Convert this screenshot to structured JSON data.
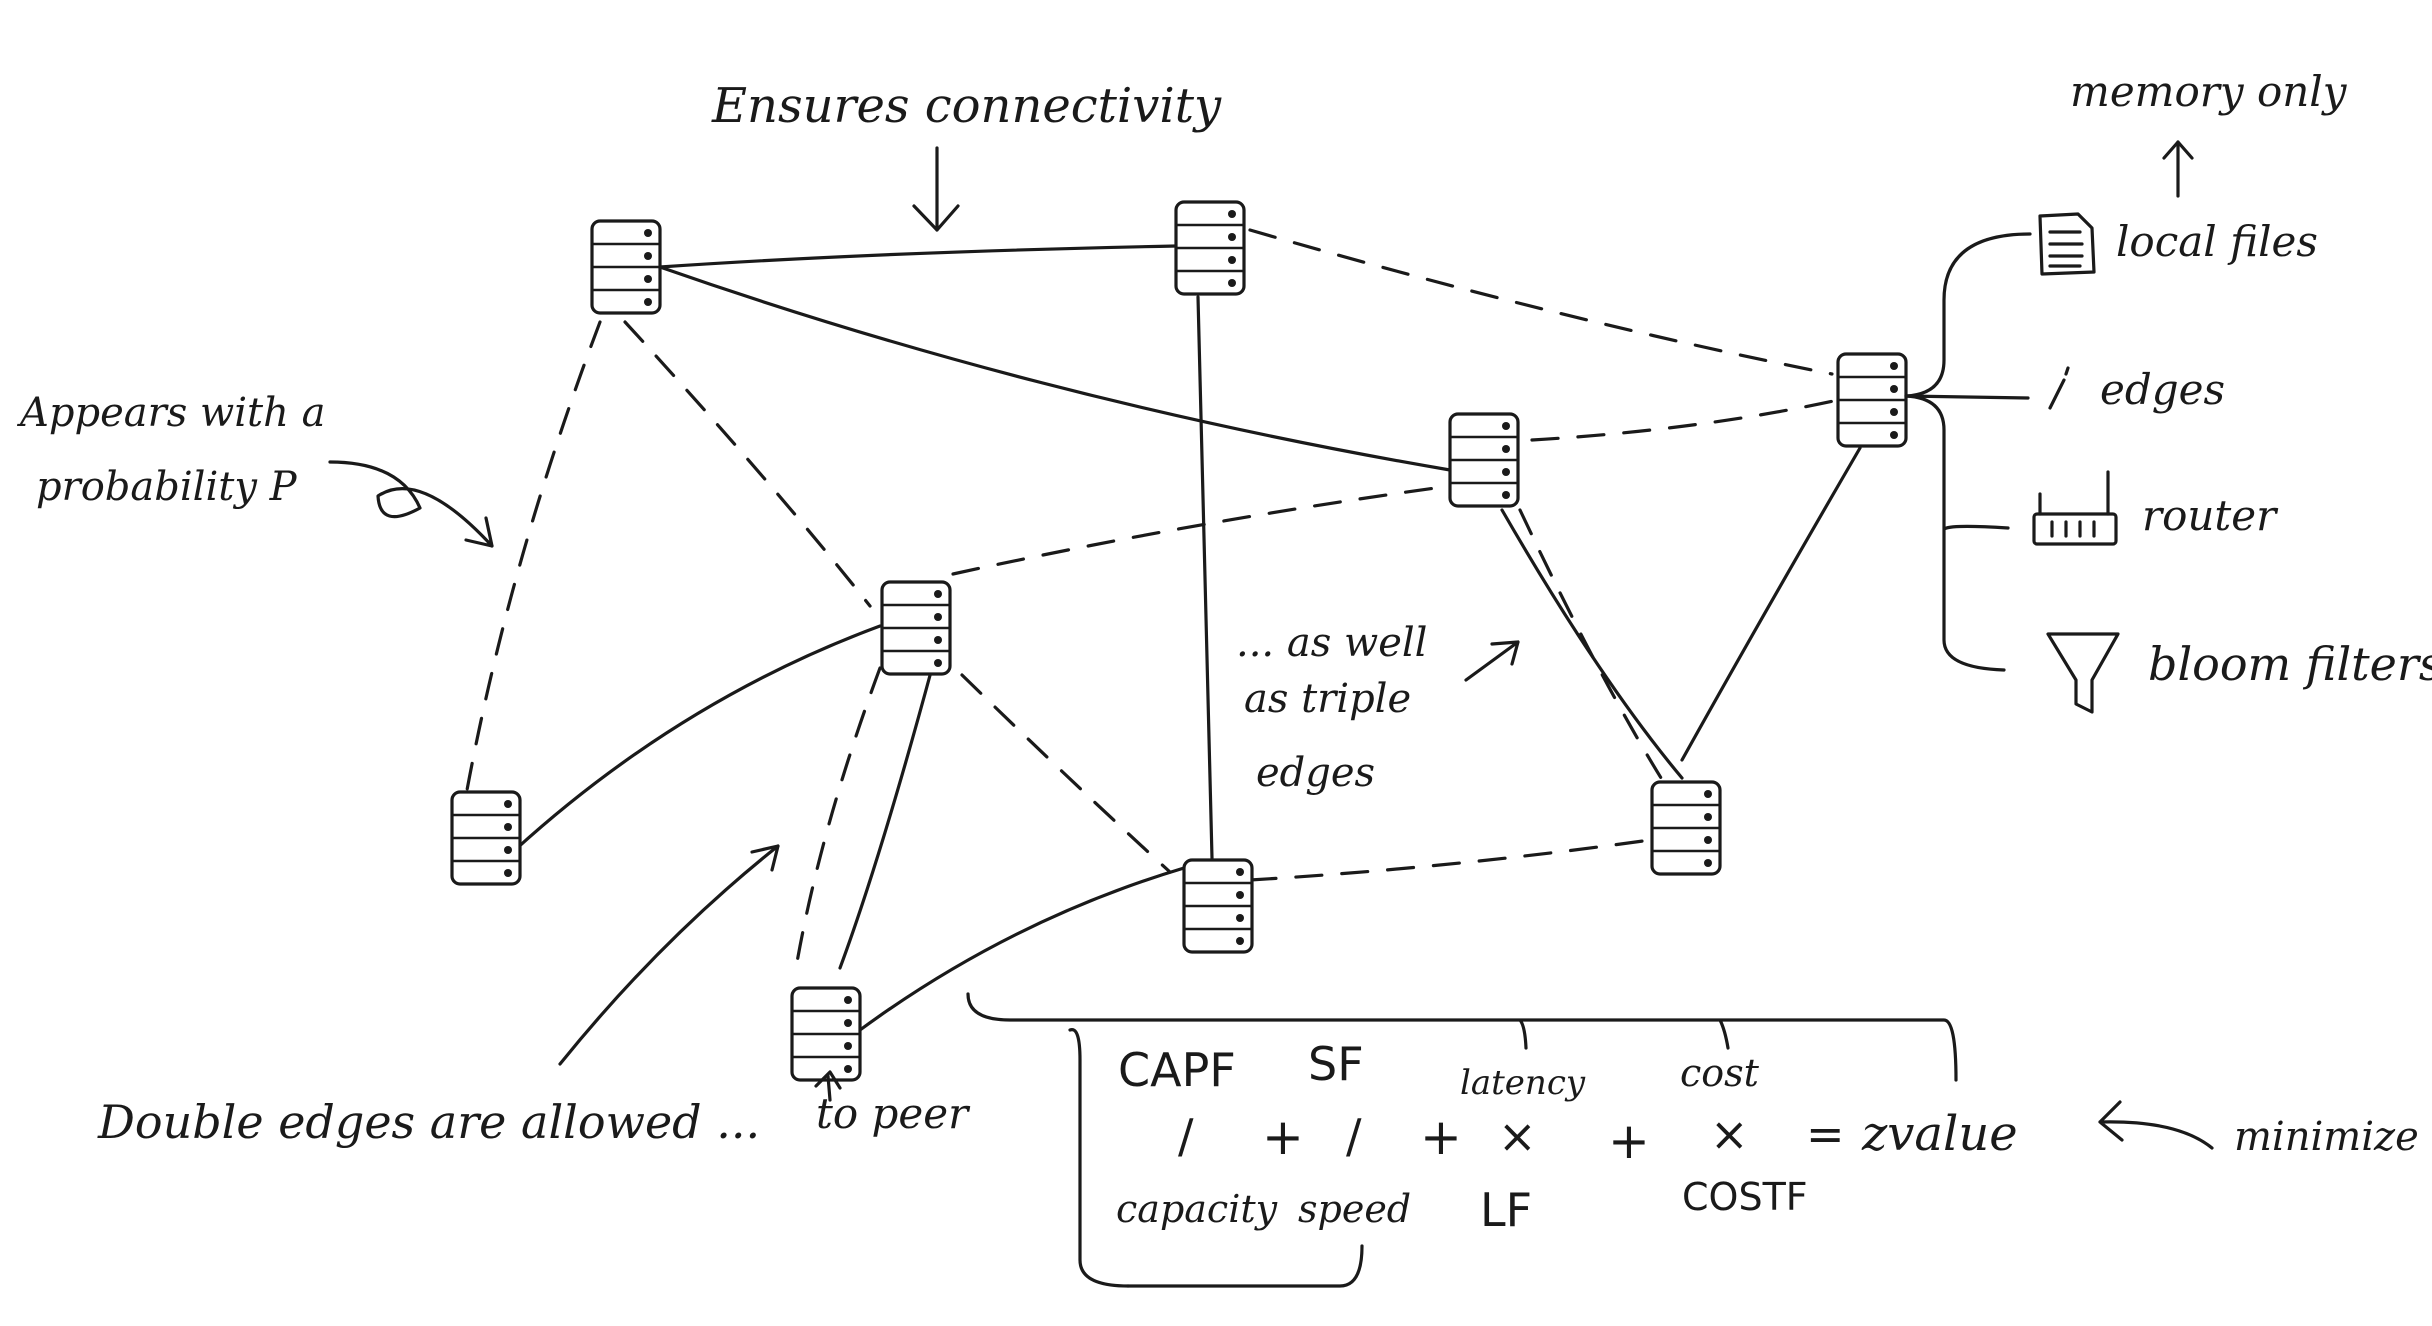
{
  "annotations": {
    "connectivity": "Ensures connectivity",
    "probability_line1": "Appears with a",
    "probability_line2": "probability P",
    "triple_line1": "... as well",
    "triple_line2": "as triple",
    "triple_line3": "edges",
    "double": "Double edges are allowed ...",
    "peer": "to peer",
    "memory": "memory only",
    "minimize": "minimize"
  },
  "legend": {
    "local_files": "local files",
    "edges": "edges",
    "router": "router",
    "bloom": "bloom filters"
  },
  "formula": {
    "capf": "CAPF",
    "sf": "SF",
    "latency": "latency",
    "cost": "cost",
    "slash": "/",
    "plus": "+",
    "times": "×",
    "equals": "=",
    "zvalue": "zvalue",
    "capacity": "capacity",
    "speed": "speed",
    "lf": "LF",
    "costf": "COSTF"
  }
}
